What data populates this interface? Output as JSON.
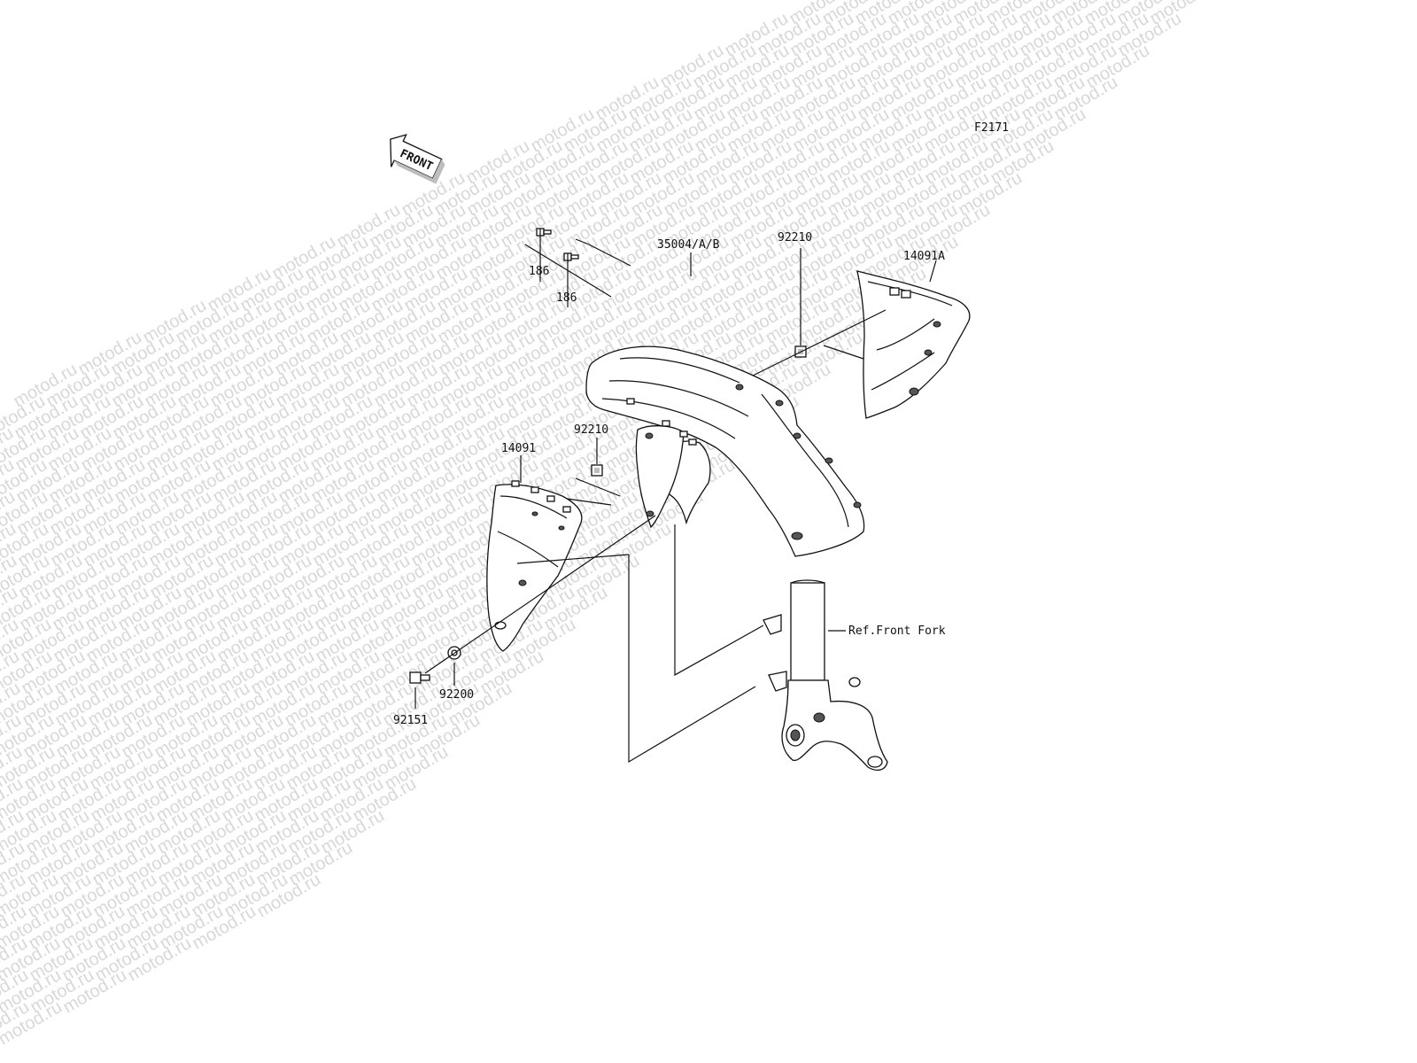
{
  "watermark": {
    "text": "motod.ru"
  },
  "figure_id": "F2171",
  "front_arrow": {
    "label": "FRONT"
  },
  "callouts": {
    "front_fender": "35004/A/B",
    "right_cover": "14091A",
    "left_cover": "14091",
    "grommet_right": "92210",
    "grommet_left": "92210",
    "screw_a": "186",
    "screw_b": "186",
    "bolt": "92151",
    "washer": "92200",
    "front_fork_ref": "Ref.Front Fork"
  }
}
